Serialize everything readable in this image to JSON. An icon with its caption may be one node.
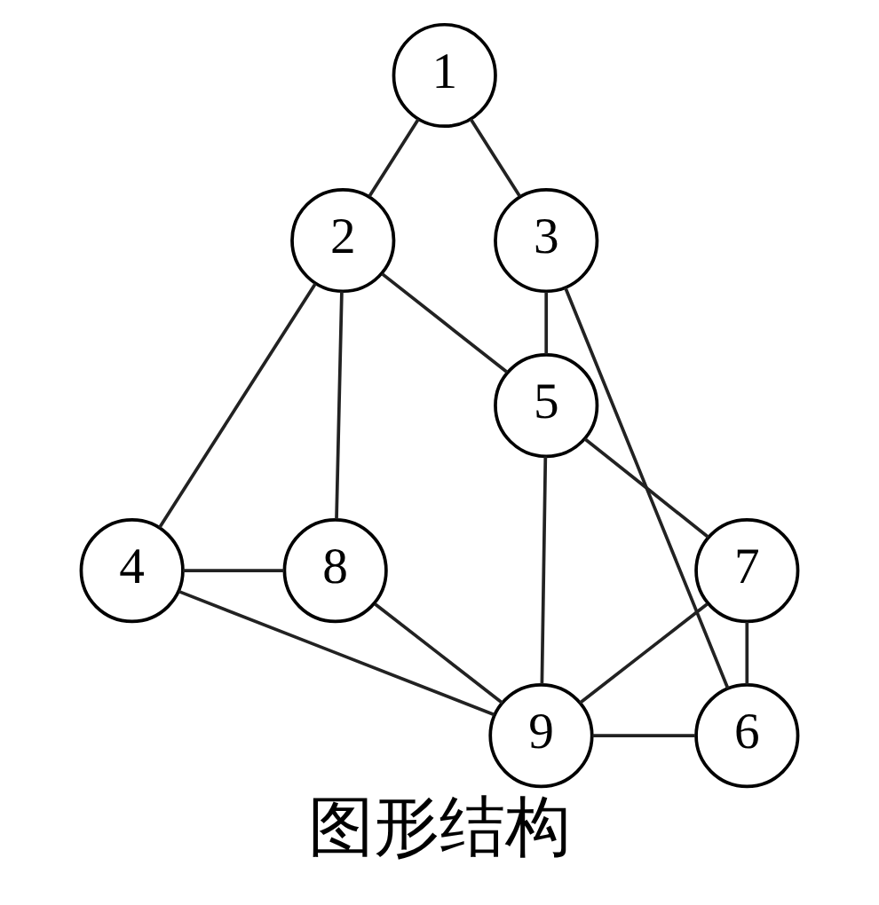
{
  "diagram": {
    "caption": "图形结构",
    "nodes": [
      {
        "text": [
          "1"
        ]
      },
      {
        "text": [
          "2"
        ]
      },
      {
        "text": [
          "3"
        ]
      },
      {
        "text": [
          "5"
        ]
      },
      {
        "text": [
          "8"
        ]
      },
      {
        "text": [
          "4"
        ]
      },
      {
        "text": [
          "7"
        ]
      },
      {
        "text": [
          "6"
        ]
      },
      {
        "text": [
          "9"
        ]
      }
    ],
    "edges": [
      {
        "from": 0,
        "to": 1,
        "arrow": "none"
      },
      {
        "from": 0,
        "to": 2,
        "arrow": "none"
      },
      {
        "from": 1,
        "to": 3,
        "arrow": "none"
      },
      {
        "from": 2,
        "to": 3,
        "arrow": "none"
      },
      {
        "from": 1,
        "to": 5,
        "arrow": "none"
      },
      {
        "from": 1,
        "to": 4,
        "arrow": "none"
      },
      {
        "from": 5,
        "to": 4,
        "arrow": "none"
      },
      {
        "from": 5,
        "to": 8,
        "arrow": "none"
      },
      {
        "from": 4,
        "to": 8,
        "arrow": "none"
      },
      {
        "from": 3,
        "to": 8,
        "arrow": "none"
      },
      {
        "from": 3,
        "to": 6,
        "arrow": "none"
      },
      {
        "from": 6,
        "to": 8,
        "arrow": "none"
      },
      {
        "from": 6,
        "to": 7,
        "arrow": "none"
      },
      {
        "from": 2,
        "to": 7,
        "arrow": "none"
      },
      {
        "from": 8,
        "to": 7,
        "arrow": "none"
      }
    ]
  }
}
